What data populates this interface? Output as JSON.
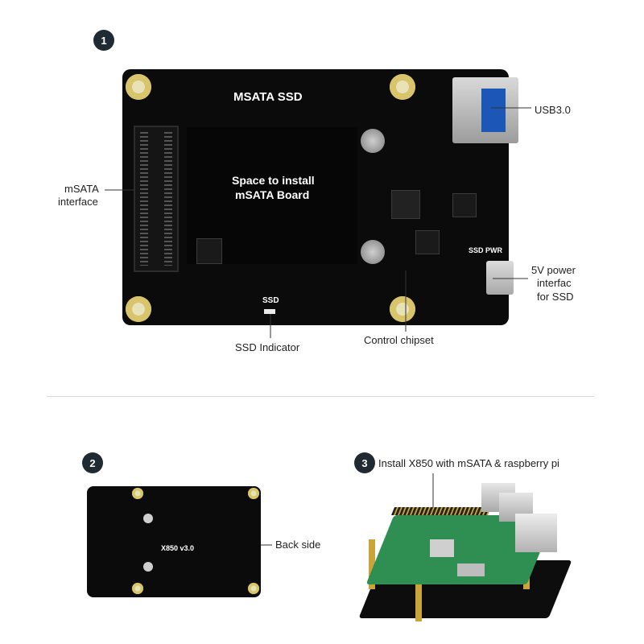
{
  "steps": {
    "one": "1",
    "two": "2",
    "three": "3"
  },
  "board_top": {
    "title": "MSATA SSD",
    "space_text_line1": "Space to install",
    "space_text_line2": "mSATA Board",
    "ssd_silk": "SSD",
    "ssd_pwr_silk": "SSD PWR"
  },
  "callouts": {
    "usb": "USB3.0",
    "msata_line1": "mSATA",
    "msata_line2": "interface",
    "power_line1": "5V power",
    "power_line2": "interfac",
    "power_line3": "for SSD",
    "ssd_indicator": "SSD Indicator",
    "control_chipset": "Control chipset",
    "back_side": "Back side",
    "install": "Install X850 with mSATA & raspberry pi"
  },
  "board_back": {
    "silk": "X850 v3.0"
  },
  "colors": {
    "board": "#0b0b0b",
    "gold": "#d8c46a",
    "pcb_green": "#2f8f52",
    "step_badge": "#1f2a33"
  }
}
